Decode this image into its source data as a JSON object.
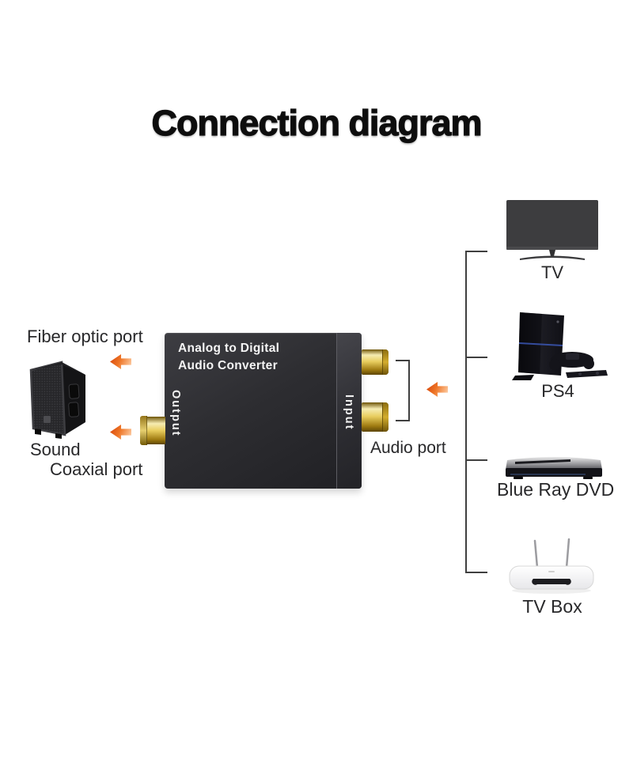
{
  "page": {
    "title": "Connection diagram"
  },
  "converter": {
    "name_line1": "Analog to Digital",
    "name_line2": "Audio Converter",
    "output_label": "Output",
    "input_label": "Input"
  },
  "labels": {
    "fiber_optic": "Fiber optic port",
    "coaxial": "Coaxial port",
    "sound": "Sound",
    "audio_port": "Audio port"
  },
  "devices": [
    {
      "label": "TV",
      "icon": "tv-icon"
    },
    {
      "label": "PS4",
      "icon": "ps4-icon"
    },
    {
      "label": "Blue Ray DVD",
      "icon": "bluray-player-icon"
    },
    {
      "label": "TV Box",
      "icon": "tv-box-icon"
    }
  ],
  "icons": [
    "left-arrow-icon",
    "speaker-icon",
    "tv-icon",
    "ps4-icon",
    "bluray-player-icon",
    "tv-box-icon"
  ],
  "colors": {
    "arrow_dark": "#d8470c",
    "arrow_light": "#f9b37e",
    "connector_line": "#3f3f3f",
    "gold_port": "#e8cd5e",
    "converter_body": "#2d2d31",
    "text": "#28282a",
    "background": "#ffffff"
  }
}
